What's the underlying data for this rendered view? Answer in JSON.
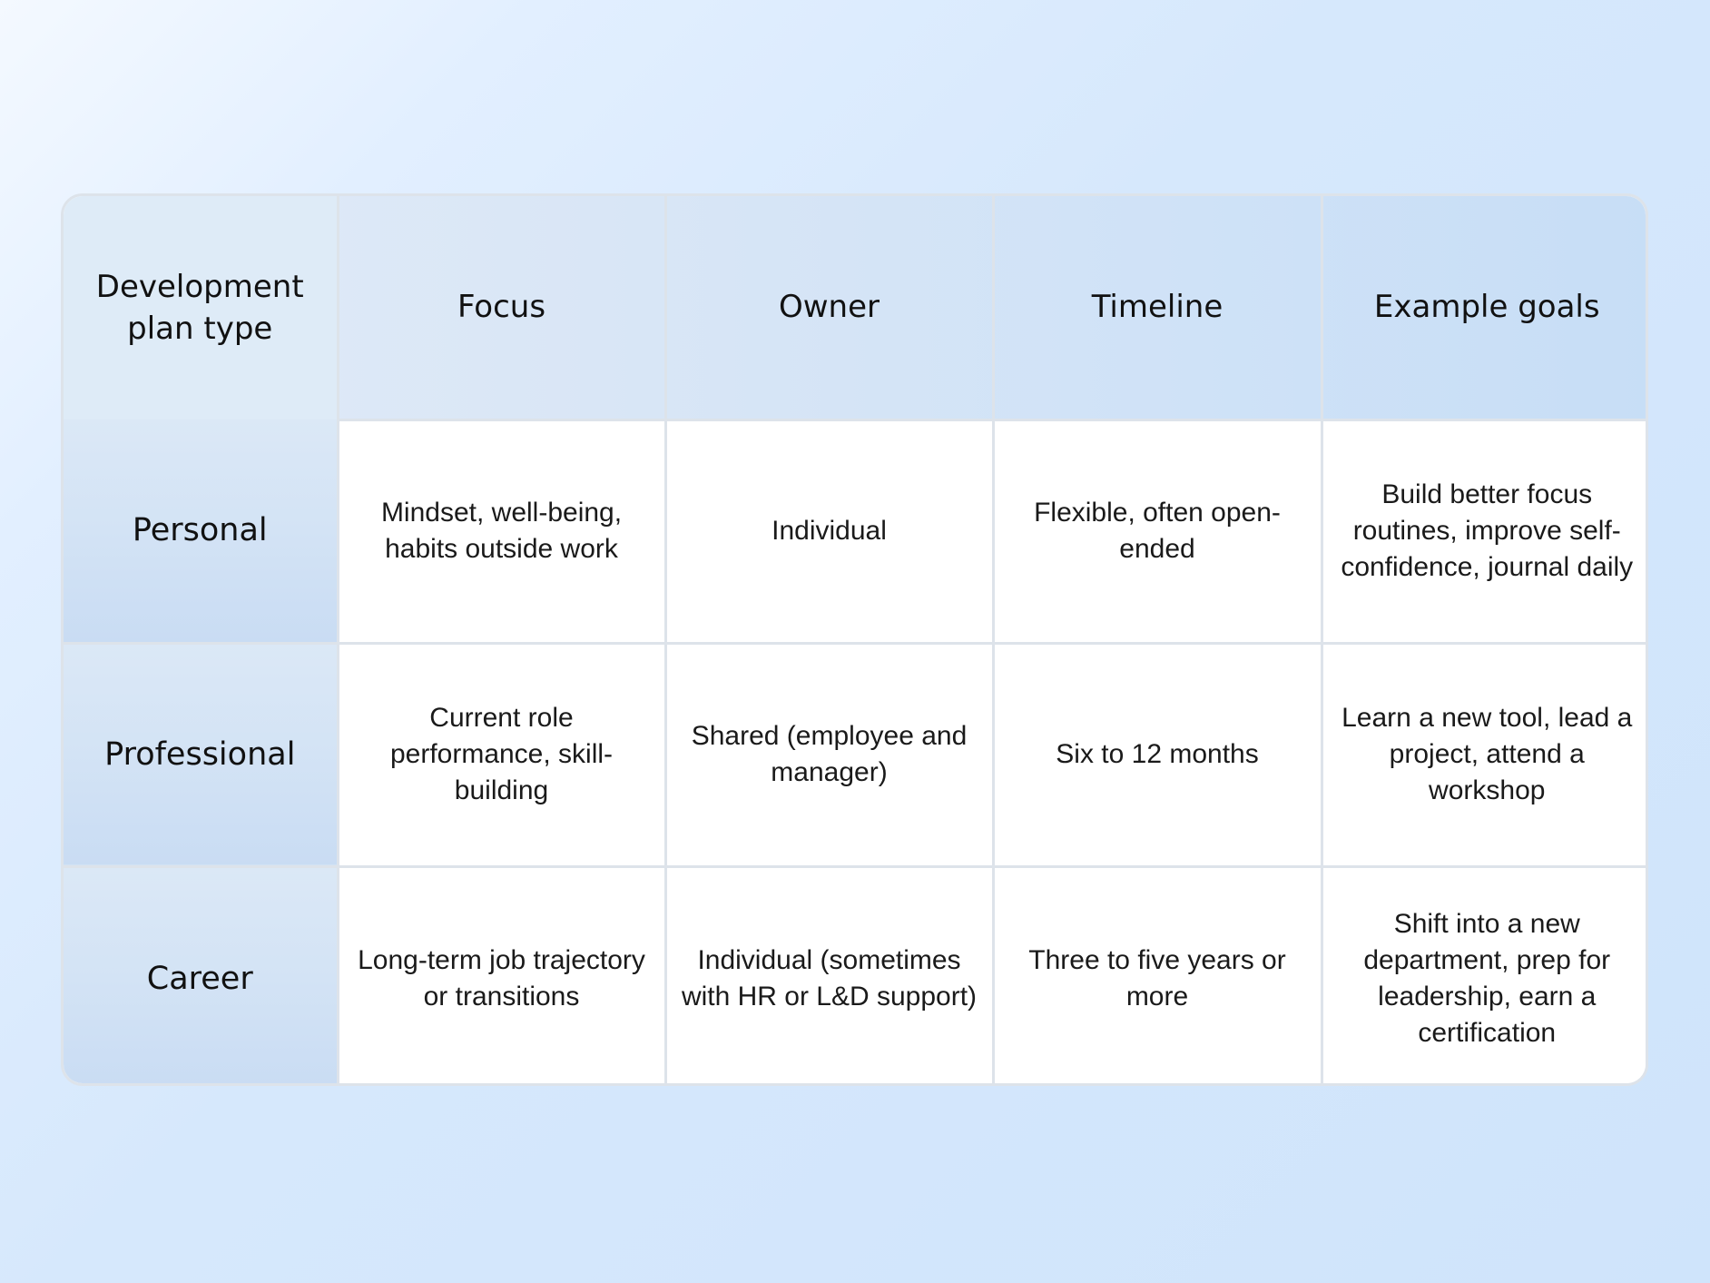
{
  "table": {
    "headers": [
      "Development plan type",
      "Focus",
      "Owner",
      "Timeline",
      "Example goals"
    ],
    "rows": [
      {
        "label": "Personal",
        "focus": "Mindset, well-being, habits outside work",
        "owner": "Individual",
        "timeline": "Flexible, often open-ended",
        "goals": "Build better focus routines, improve self-confidence, journal daily"
      },
      {
        "label": "Professional",
        "focus": "Current role performance, skill-building",
        "owner": "Shared (employee and manager)",
        "timeline": "Six to 12 months",
        "goals": "Learn a new tool, lead a project, attend a workshop"
      },
      {
        "label": "Career",
        "focus": "Long-term job trajectory or transitions",
        "owner": "Individual (sometimes with HR or L&D support)",
        "timeline": "Three to five years or more",
        "goals": "Shift into a new department, prep for leadership, earn a certification"
      }
    ]
  }
}
